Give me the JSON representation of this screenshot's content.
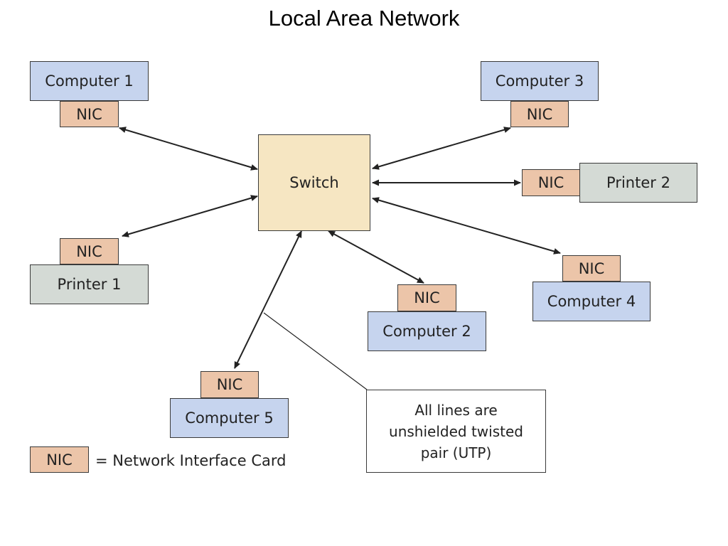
{
  "title": "Local Area Network",
  "colors": {
    "computer": "#c6d4ee",
    "printer": "#d4dad5",
    "nic": "#ecc5a9",
    "switch": "#f6e6c2",
    "line": "#222222"
  },
  "nodes": {
    "switch": "Switch",
    "computer_1": "Computer 1",
    "computer_2": "Computer 2",
    "computer_3": "Computer 3",
    "computer_4": "Computer 4",
    "computer_5": "Computer 5",
    "printer_1": "Printer 1",
    "printer_2": "Printer 2",
    "nic_label": "NIC"
  },
  "note": {
    "line1": "All lines are",
    "line2": "unshielded twisted",
    "line3": "pair (UTP)"
  },
  "legend": {
    "symbol": "NIC",
    "text": "= Network Interface Card"
  }
}
